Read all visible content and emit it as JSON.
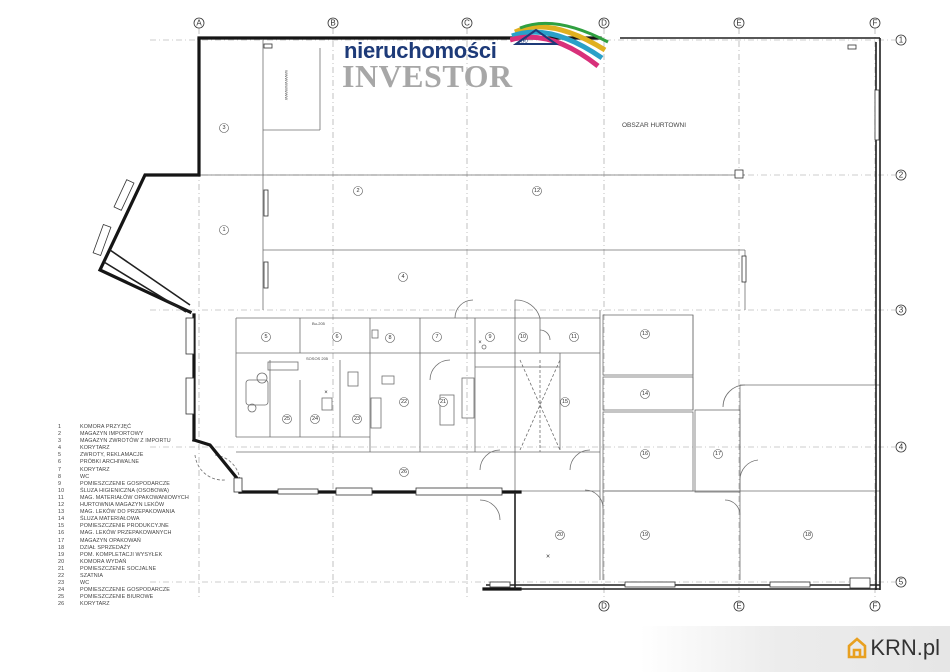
{
  "grid_axes": {
    "columns": [
      "A",
      "B",
      "C",
      "D",
      "E",
      "F"
    ],
    "rows": [
      "1",
      "2",
      "3",
      "4",
      "5"
    ]
  },
  "logo": {
    "top_text": "nieruchomości",
    "main_text": "INVESTOR",
    "registered_mark": "®"
  },
  "plan_labels": {
    "zone_wholesale": "OBSZAR  HURTOWNI",
    "vertical_label": "WWWWWWWW",
    "small_note": "Bu-205",
    "small_note_2": "SOSOS 205"
  },
  "room_numbers": [
    "1",
    "2",
    "3",
    "4",
    "5",
    "6",
    "7",
    "8",
    "9",
    "10",
    "11",
    "12",
    "13",
    "14",
    "15",
    "16",
    "17",
    "18",
    "19",
    "20",
    "21",
    "22",
    "23",
    "24",
    "25",
    "26"
  ],
  "legend": [
    {
      "no": "1",
      "text": "KOMORA PRZYJĘĆ"
    },
    {
      "no": "2",
      "text": "MAGAZYN IMPORTOWY"
    },
    {
      "no": "3",
      "text": "MAGAZYN ZWROTÓW Z IMPORTU"
    },
    {
      "no": "4",
      "text": "KORYTARZ"
    },
    {
      "no": "5",
      "text": "ZWROTY, REKLAMACJE"
    },
    {
      "no": "6",
      "text": "PRÓBKI ARCHIWALNE"
    },
    {
      "no": "7",
      "text": "KORYTARZ"
    },
    {
      "no": "8",
      "text": "WC"
    },
    {
      "no": "9",
      "text": "POMIESZCZENIE GOSPODARCZE"
    },
    {
      "no": "10",
      "text": "ŚLUZA HIGIENICZNA (OSOBOWA)"
    },
    {
      "no": "11",
      "text": "MAG. MATERIAŁÓW OPAKOWANIOWYCH"
    },
    {
      "no": "12",
      "text": "HURTOWNIA MAGAZYN LEKÓW"
    },
    {
      "no": "13",
      "text": "MAG. LEKÓW DO PRZEPAKOWANIA"
    },
    {
      "no": "14",
      "text": "ŚLUZA MATERIAŁOWA"
    },
    {
      "no": "15",
      "text": "POMIESZCZENIE PRODUKCYJNE"
    },
    {
      "no": "16",
      "text": "MAG. LEKÓW PRZEPAKOWANYCH"
    },
    {
      "no": "17",
      "text": "MAGAZYN OPAKOWAŃ"
    },
    {
      "no": "18",
      "text": "DZIAŁ SPRZEDAŻY"
    },
    {
      "no": "19",
      "text": "POM. KOMPLETACJI WYSYŁEK"
    },
    {
      "no": "20",
      "text": "KOMORA WYDAŃ"
    },
    {
      "no": "21",
      "text": "POMIESZCZENIE SOCJALNE"
    },
    {
      "no": "22",
      "text": "SZATNIA"
    },
    {
      "no": "23",
      "text": "WC"
    },
    {
      "no": "24",
      "text": "POMIESZCZENIE GOSPODARCZE"
    },
    {
      "no": "25",
      "text": "POMIESZCZENIE BIUROWE"
    },
    {
      "no": "26",
      "text": "KORYTARZ"
    }
  ],
  "watermark": {
    "text": "KRN.pl",
    "house_color": "#e8a020"
  },
  "colors": {
    "logo_blue": "#1d3a78",
    "logo_gray": "#a7a7a7",
    "wall": "#151515"
  }
}
